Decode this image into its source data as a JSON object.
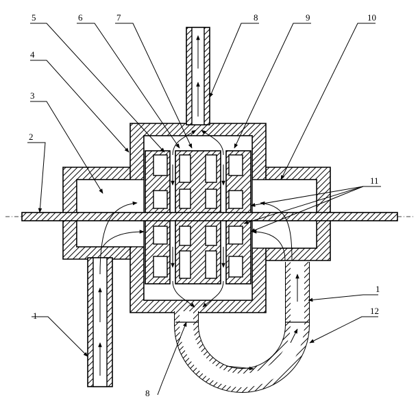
{
  "labels": {
    "l1a": "1",
    "l1b": "1",
    "l2": "2",
    "l3": "3",
    "l4": "4",
    "l5": "5",
    "l6": "6",
    "l7": "7",
    "l8a": "8",
    "l8b": "8",
    "l9": "9",
    "l10": "10",
    "l11": "11",
    "l12": "12"
  }
}
